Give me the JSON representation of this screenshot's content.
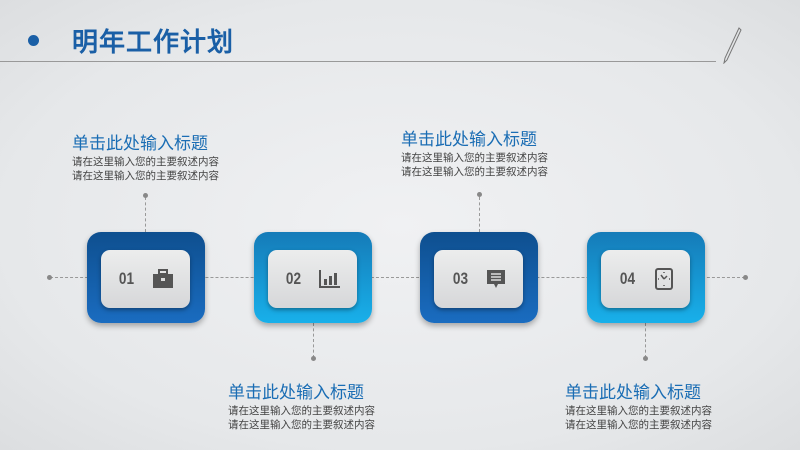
{
  "slide": {
    "title": "明年工作计划"
  },
  "steps": [
    {
      "number": "01",
      "icon": "briefcase-icon",
      "heading": "单击此处输入标题",
      "lines": [
        "请在这里输入您的主要叙述内容",
        "请在这里输入您的主要叙述内容"
      ]
    },
    {
      "number": "02",
      "icon": "bar-chart-icon",
      "heading": "单击此处输入标题",
      "lines": [
        "请在这里输入您的主要叙述内容",
        "请在这里输入您的主要叙述内容"
      ]
    },
    {
      "number": "03",
      "icon": "message-icon",
      "heading": "单击此处输入标题",
      "lines": [
        "请在这里输入您的主要叙述内容",
        "请在这里输入您的主要叙述内容"
      ]
    },
    {
      "number": "04",
      "icon": "clock-icon",
      "heading": "单击此处输入标题",
      "lines": [
        "请在这里输入您的主要叙述内容",
        "请在这里输入您的主要叙述内容"
      ]
    }
  ],
  "colors": {
    "accent": "#1a5fa6",
    "dark_card": "#0e4f8f",
    "light_card": "#18b0ea"
  }
}
